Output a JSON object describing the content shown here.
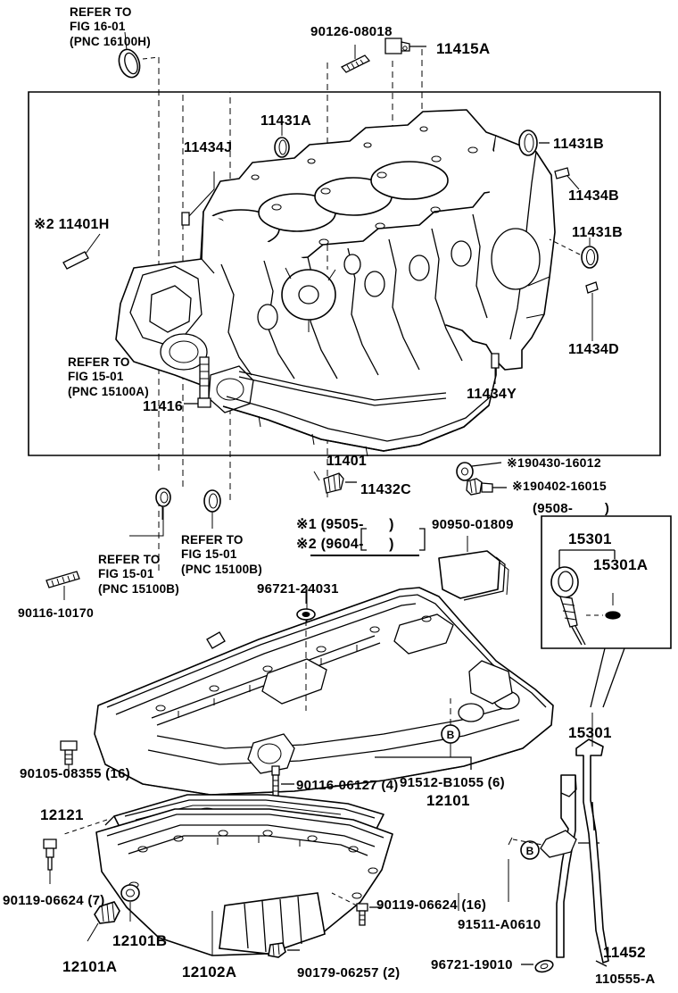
{
  "diagram": {
    "id": "110555-A",
    "title_top": {
      "refer_16_01": "REFER TO\nFIG 16-01\n(PNC 16100H)"
    },
    "block_section": {
      "labels": [
        {
          "code": "90126-08018"
        },
        {
          "code": "11415A"
        },
        {
          "code": "11431A"
        },
        {
          "code": "11434J"
        },
        {
          "code": "11431B"
        },
        {
          "code": "11434B"
        },
        {
          "code": "11431B"
        },
        {
          "code": "11434D"
        },
        {
          "code": "※2 11401H"
        },
        {
          "code": "11434Y"
        },
        {
          "code": "11416"
        },
        {
          "code": "11401"
        },
        {
          "code": "11432C"
        },
        {
          "code": "※190430-16012"
        },
        {
          "code": "※190402-16015"
        }
      ],
      "refer_15_01_a": "REFER TO\nFIG 15-01\n(PNC 15100A)"
    },
    "notes": {
      "note1": "※1 (9505-      )",
      "note2": "※2 (9604-      )",
      "gasket_code": "90950-01809",
      "refer_15_01_b_left": "REFER TO\nFIG 15-01\n(PNC 15100B)",
      "refer_15_01_b_right": "REFER TO\nFIG 15-01\n(PNC 15100B)",
      "bolt_90116": "90116-10170"
    },
    "inset": {
      "header": "(9508-        )",
      "part_main": "15301",
      "part_sub": "15301A"
    },
    "pan_section": {
      "labels": [
        {
          "code": "96721-24031"
        },
        {
          "code": "91512-B1055 (6)"
        },
        {
          "code": "12101"
        },
        {
          "code": "90116-06127 (4)"
        },
        {
          "code": "90105-08355 (16)"
        },
        {
          "code": "12121"
        },
        {
          "code": "90119-06624 (7)"
        },
        {
          "code": "12101A"
        },
        {
          "code": "12101B"
        },
        {
          "code": "12102A"
        },
        {
          "code": "90179-06257 (2)"
        },
        {
          "code": "90119-06624 (16)"
        },
        {
          "code": "91511-A0610"
        },
        {
          "code": "96721-19010"
        },
        {
          "code": "11452"
        },
        {
          "code": "15301"
        }
      ]
    },
    "colors": {
      "ink": "#000000",
      "paper": "#ffffff"
    }
  }
}
